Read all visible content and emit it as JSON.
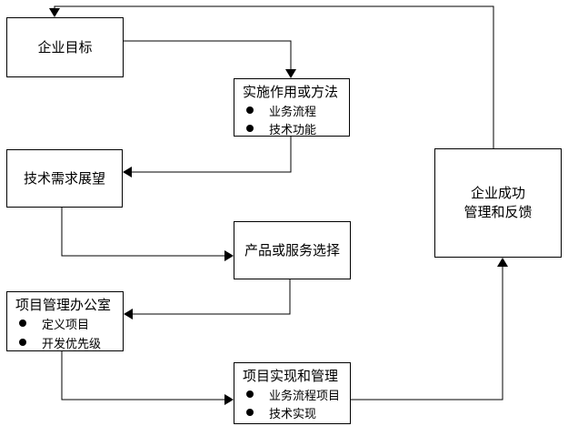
{
  "diagram": {
    "background_color": "#ffffff",
    "line_color": "#000000",
    "nodes": {
      "enterprise_goals": {
        "title": "企业目标"
      },
      "implementation_method": {
        "title": "实施作用或方法",
        "bullets": [
          "业务流程",
          "技术功能"
        ]
      },
      "tech_requirement_outlook": {
        "title": "技术需求展望"
      },
      "product_service_selection": {
        "title": "产品或服务选择"
      },
      "pmo": {
        "title": "项目管理办公室",
        "bullets": [
          "定义项目",
          "开发优先级"
        ]
      },
      "project_realization": {
        "title": "项目实现和管理",
        "bullets": [
          "业务流程项目",
          "技术实现"
        ]
      },
      "enterprise_success": {
        "line1": "企业成功",
        "line2": "管理和反馈"
      }
    },
    "edges": [
      {
        "from": "enterprise_success",
        "to": "enterprise_goals"
      },
      {
        "from": "enterprise_goals",
        "to": "implementation_method"
      },
      {
        "from": "implementation_method",
        "to": "tech_requirement_outlook"
      },
      {
        "from": "tech_requirement_outlook",
        "to": "product_service_selection"
      },
      {
        "from": "product_service_selection",
        "to": "pmo"
      },
      {
        "from": "pmo",
        "to": "project_realization"
      },
      {
        "from": "project_realization",
        "to": "enterprise_success"
      }
    ]
  }
}
